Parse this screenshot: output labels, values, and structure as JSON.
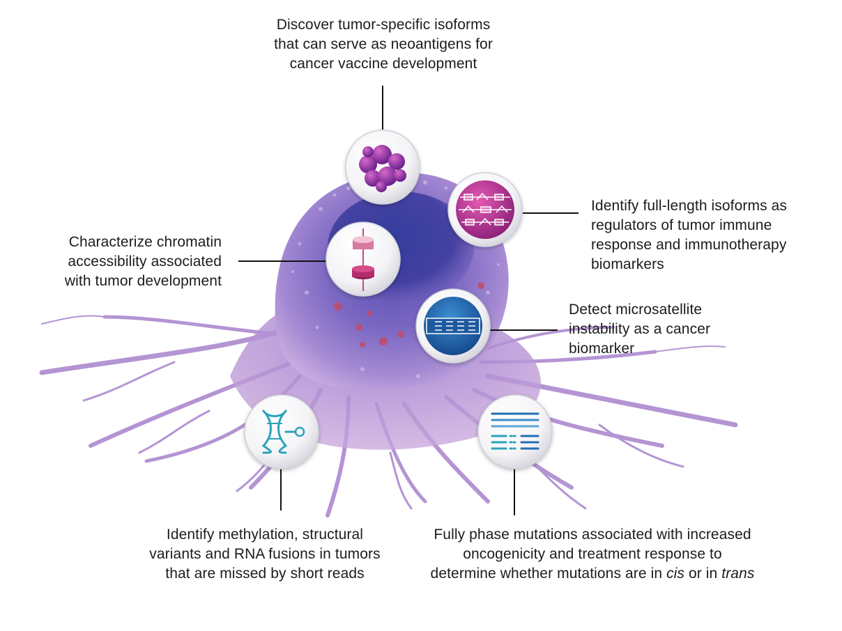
{
  "colors": {
    "cell_body": "#8a6fc4",
    "cell_nucleus": "#3f3d9e",
    "dendrites": "#a77fc9",
    "leader_line": "#111111",
    "text": "#1c1c1c",
    "icon_magenta": "#b8278c",
    "icon_blue": "#1f6fb4",
    "icon_teal": "#2aa3b7"
  },
  "callouts": {
    "neoantigens": {
      "icon": "tumor-cluster-icon",
      "lines": [
        "Discover tumor-specific isoforms",
        "that can serve as neoantigens for",
        "cancer vaccine development"
      ]
    },
    "chromatin": {
      "icon": "nucleosome-icon",
      "lines": [
        "Characterize chromatin",
        "accessibility associated",
        "with tumor development"
      ]
    },
    "full_length": {
      "icon": "isoform-diagram-icon",
      "lines": [
        "Identify full-length isoforms as",
        "regulators of tumor immune",
        "response and immunotherapy",
        "biomarkers"
      ]
    },
    "microsatellite": {
      "icon": "microsatellite-icon",
      "lines": [
        "Detect microsatellite",
        "instability as a cancer",
        "biomarker"
      ]
    },
    "methylation": {
      "icon": "methylated-dna-icon",
      "lines": [
        "Identify methylation, structural",
        "variants and RNA fusions in tumors",
        "that are missed by short reads"
      ]
    },
    "phasing": {
      "icon": "phased-reads-icon",
      "lines": [
        "Fully phase mutations associated with increased",
        "oncogenicity and treatment response to"
      ],
      "last_line": {
        "pre": "determine whether mutations are in ",
        "cis": "cis",
        "mid": " or in ",
        "trans": "trans"
      }
    }
  }
}
